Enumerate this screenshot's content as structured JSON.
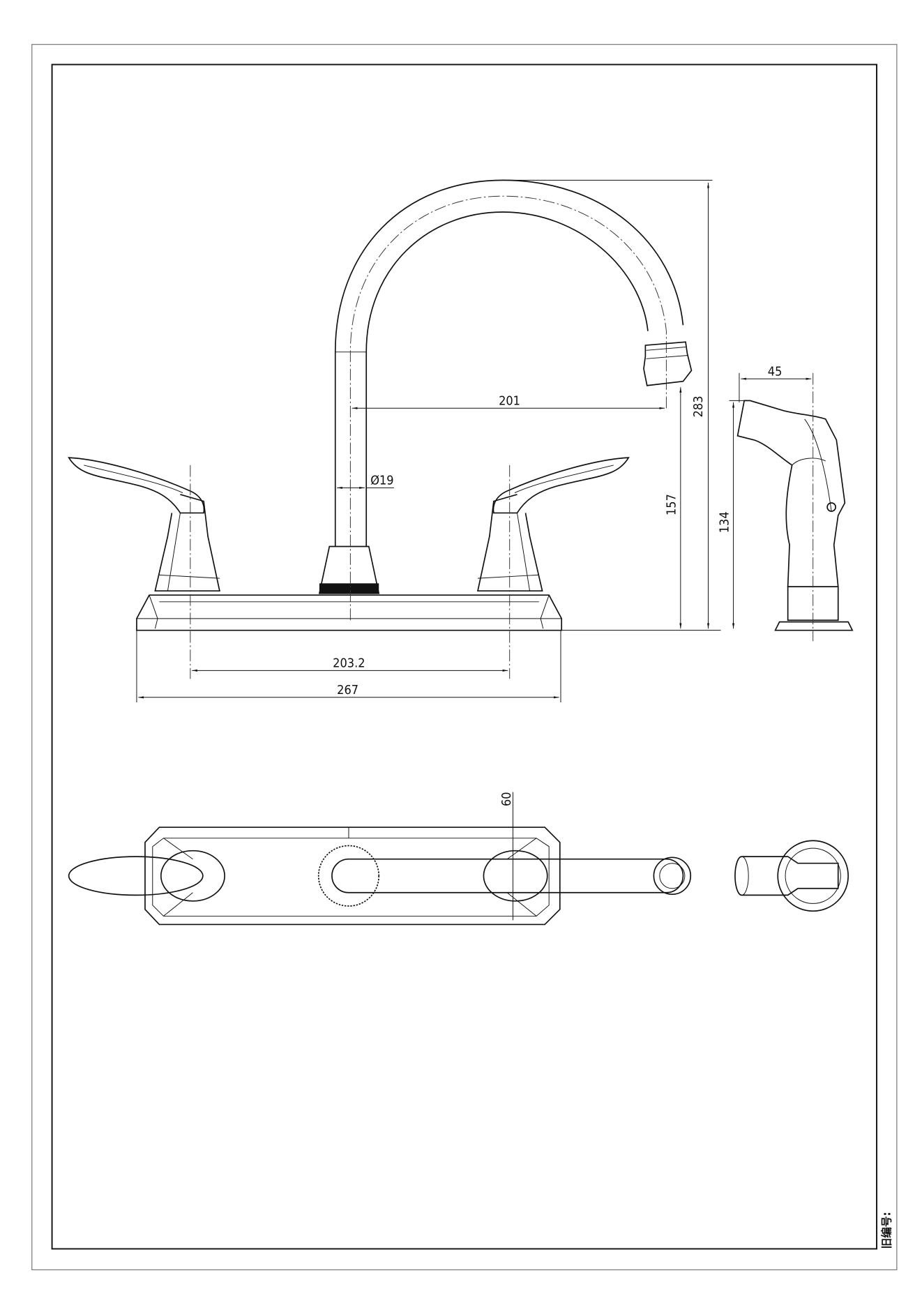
{
  "drawing": {
    "stamp_label": "旧编号:",
    "dimensions": {
      "spout_height": "283",
      "spout_reach": "201",
      "spout_diameter": "Ø19",
      "outlet_height": "157",
      "sprayer_height": "134",
      "sprayer_width": "45",
      "center_spacing": "203.2",
      "overall_width": "267",
      "plate_depth": "60"
    }
  }
}
